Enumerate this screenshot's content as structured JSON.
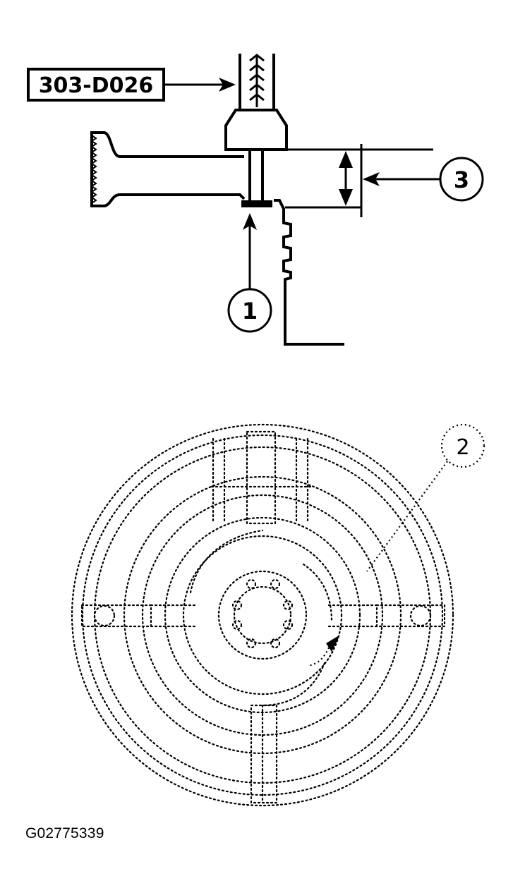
{
  "tool_label": "303-D026",
  "callouts": {
    "one": "1",
    "two": "2",
    "three": "3"
  },
  "figure_id": "G02775339",
  "colors": {
    "ink": "#000000",
    "background": "#ffffff"
  }
}
